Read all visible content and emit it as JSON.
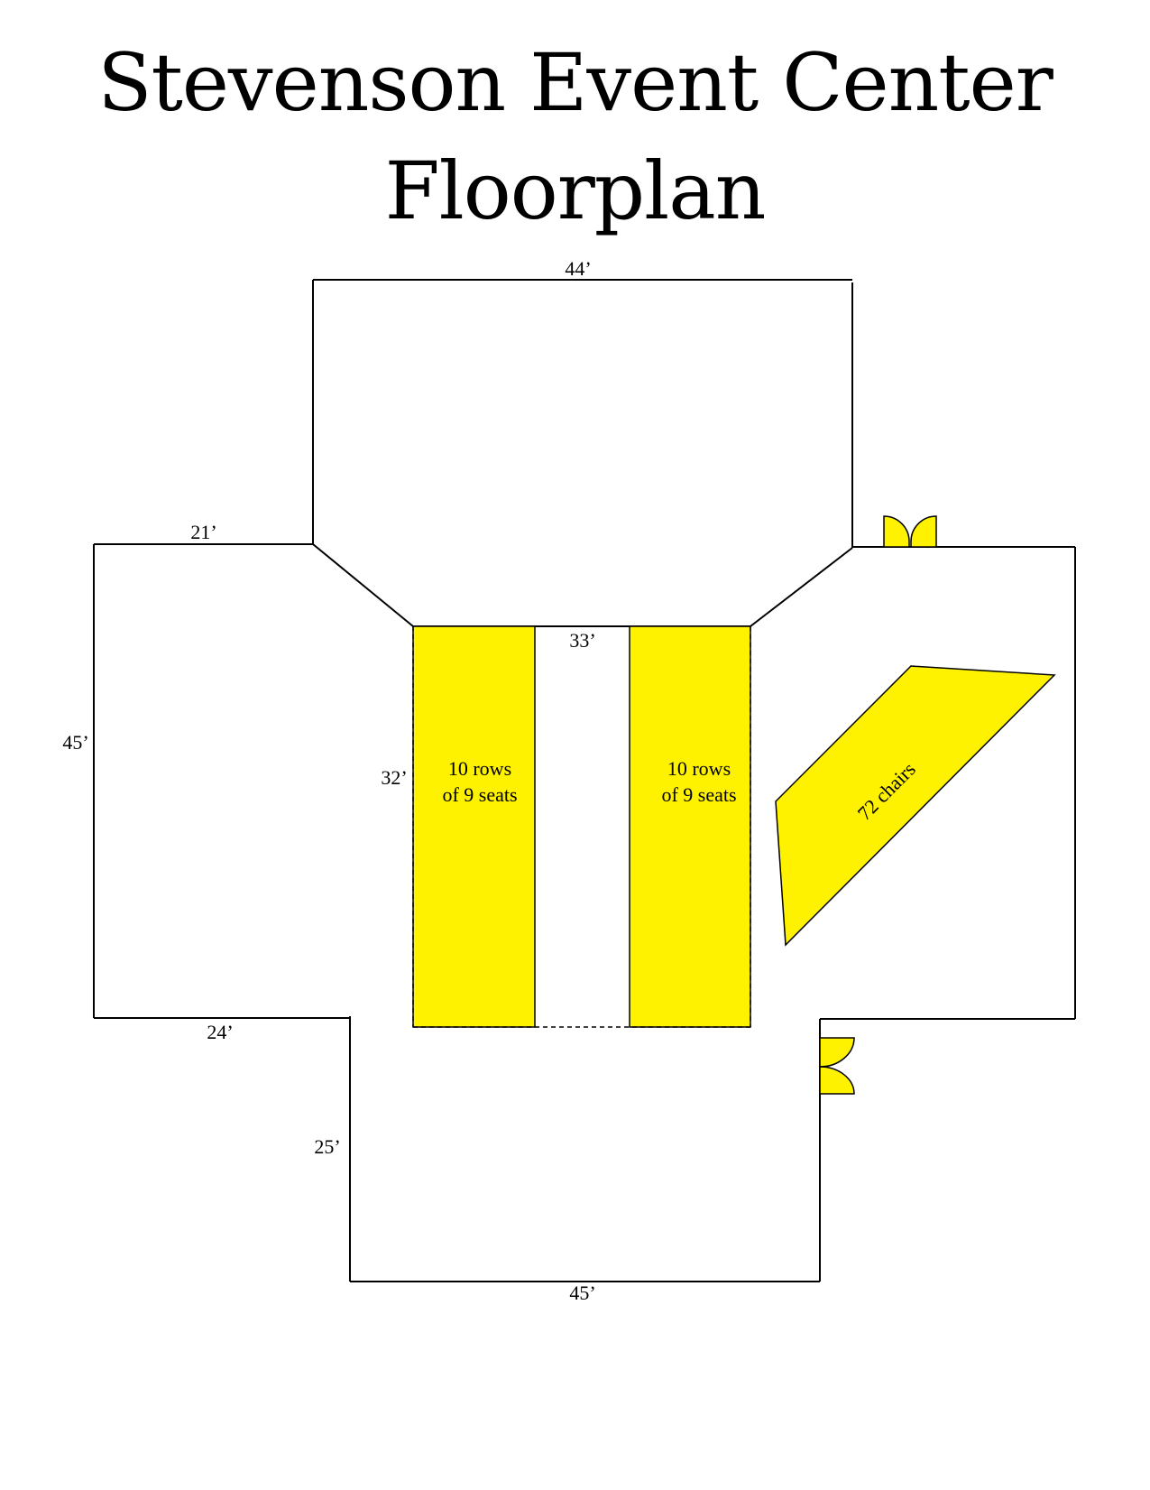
{
  "title": {
    "line1": "Stevenson Event Center",
    "line2": "Floorplan"
  },
  "colors": {
    "seating": "#FFF200",
    "wall": "#000000"
  },
  "dimensions": {
    "top_width": "44’",
    "left_top_width": "21’",
    "left_height": "45’",
    "center_width": "33’",
    "center_depth": "32’",
    "left_bottom_width": "24’",
    "bottom_height": "25’",
    "bottom_width": "45’"
  },
  "seating_blocks": {
    "left": {
      "line1": "10 rows",
      "line2": "of 9 seats"
    },
    "right": {
      "line1": "10 rows",
      "line2": "of 9 seats"
    },
    "angled": {
      "label": "72 chairs"
    }
  },
  "doors": [
    {
      "name": "door-top-right",
      "type": "double-door"
    },
    {
      "name": "door-right-lower",
      "type": "double-door"
    }
  ]
}
